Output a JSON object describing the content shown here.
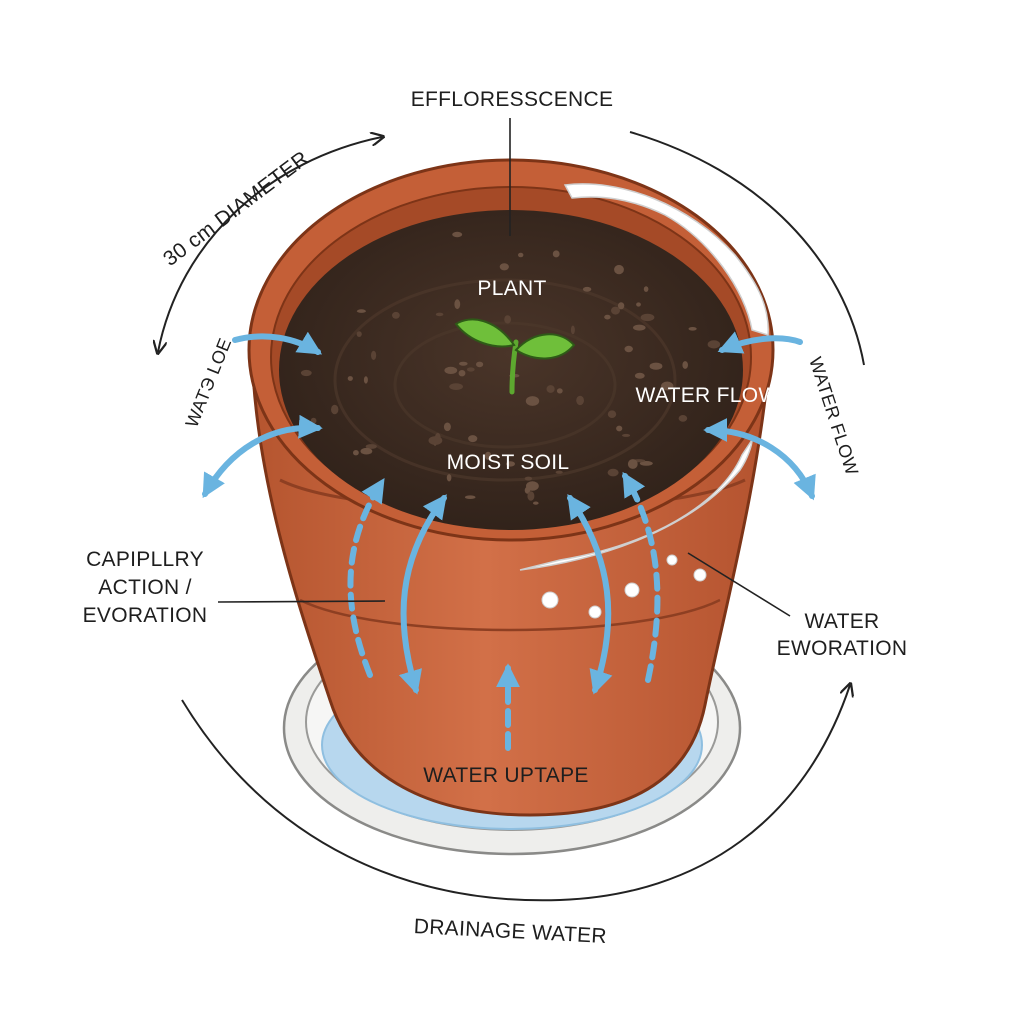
{
  "labels": {
    "efflorescence": "EFFLORESSCENCE",
    "diameter": "30 cm DIAMETER",
    "plant": "PLANT",
    "water_loe": "WATЭ LOE",
    "water_flow_inner": "WATER FLOW",
    "water_flow_outer": "WATER FLOW",
    "moist_soil": "MOIST SOIL",
    "capillary_line1": "CAPIPLLRY",
    "capillary_line2": "ACTION /",
    "capillary_line3": "EVORATION",
    "water_evaporation_line1": "WATER",
    "water_evaporation_line2": "EWORATION",
    "water_uptake": "WATER UPTAPE",
    "drainage_water": "DRAINAGE WATER"
  },
  "colors": {
    "pot": "#c8643e",
    "pot_dark": "#9c4526",
    "soil": "#3b2a20",
    "water_arrow": "#6ab4e0",
    "saucer_water": "#b7d7ee",
    "efflorescence": "#ffffff",
    "leaf": "#6fbf3a"
  }
}
